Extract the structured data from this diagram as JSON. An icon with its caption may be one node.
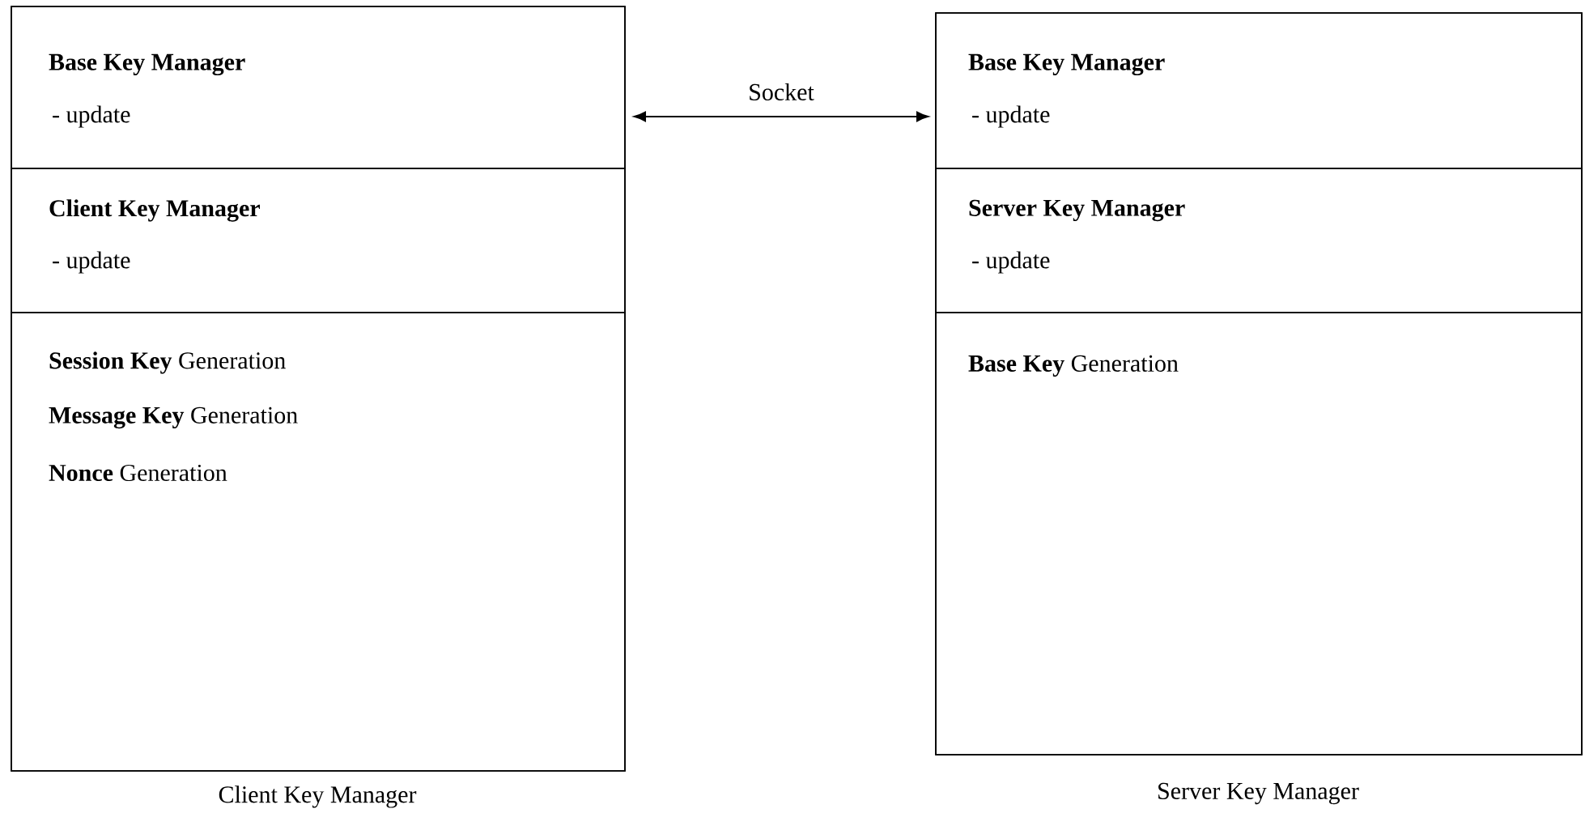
{
  "diagram": {
    "nodes": [
      {
        "text": [
          "Client Key Manager"
        ]
      },
      {
        "text": [
          "Base Key Manager",
          "- update"
        ],
        "in": 0
      },
      {
        "text": [
          "Client Key Manager",
          "- update"
        ],
        "in": 0
      },
      {
        "text": [
          "**Session Key** Generation",
          "**Message Key** Generation",
          "**Nonce** Generation"
        ],
        "in": 0
      },
      {
        "text": [
          "Server Key Manager"
        ]
      },
      {
        "text": [
          "Base Key Manager",
          "- update"
        ],
        "in": 4
      },
      {
        "text": [
          "Server Key Manager",
          "- update"
        ],
        "in": 4
      },
      {
        "text": [
          "**Base Key** Generation"
        ],
        "in": 4
      }
    ],
    "edges": [
      {
        "from": 1,
        "to": 5,
        "arrow": "both",
        "label": "Socket"
      }
    ]
  }
}
